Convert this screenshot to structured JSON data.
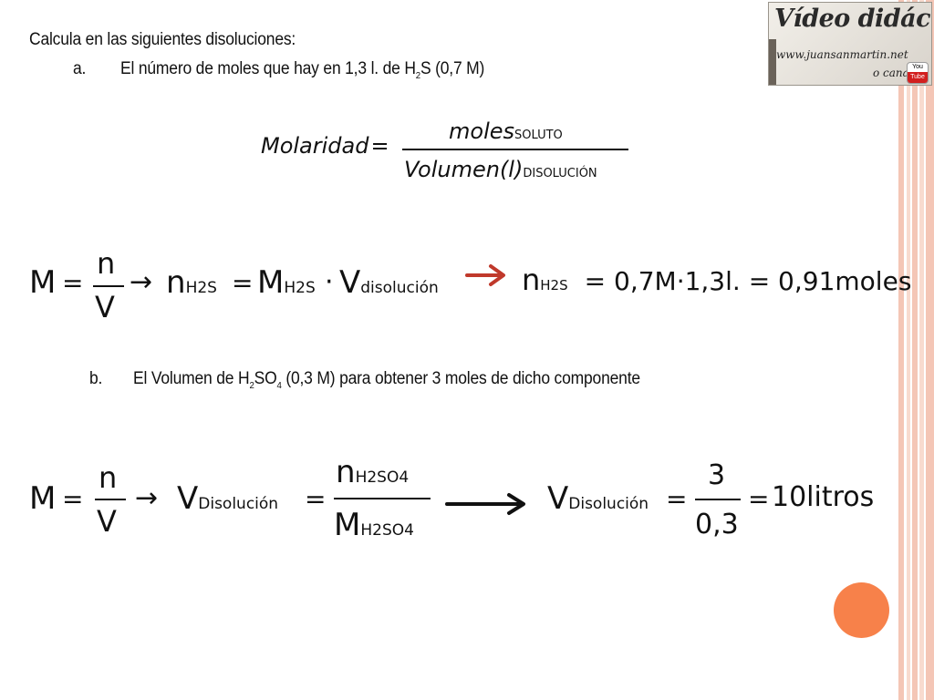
{
  "colors": {
    "stripe_pink": "#f4c6b6",
    "stripe_peach": "#f8dbcf",
    "circle": "#f7814a",
    "arrow_red": "#c0392b",
    "text": "#111111"
  },
  "heading": {
    "intro": "Calcula en las siguientes disoluciones:",
    "a_marker": "a.",
    "a_text_pre": "El número de moles que hay en 1,3 l. de H",
    "a_sub": "2",
    "a_text_post": "S (0,7 M)",
    "b_marker": "b.",
    "b_text_pre": "El Volumen de H",
    "b_sub1": "2",
    "b_text_mid": "SO",
    "b_sub2": "4",
    "b_text_post": " (0,3 M) para obtener 3 moles de dicho componente"
  },
  "logo": {
    "title": "Vídeo didáctico",
    "url": "www.juansanmartin.net",
    "canal": "o canal",
    "yt_top": "You",
    "yt_bot": "Tube",
    "icon": "youtube-icon"
  },
  "formula_def": {
    "lhs": "Molaridad",
    "eq": "=",
    "num": "moles",
    "num_sub": "SOLUTO",
    "den": "Volumen",
    "den_paren": "(l)",
    "den_sub": "DISOLUCIÓN"
  },
  "formula_a": {
    "M": "M",
    "eq": "=",
    "n": "n",
    "V": "V",
    "arrow": "→",
    "n2": "n",
    "sub_H2S": "H2S",
    "eq2": "=",
    "M2": "M",
    "dot": "·",
    "V2": "V",
    "sub_dis": "disolución",
    "result_n": "n",
    "result_eq": "= 0,7M·1,3l. = 0,91moles"
  },
  "formula_b": {
    "M": "M",
    "eq": "=",
    "n": "n",
    "V": "V",
    "arrow": "→",
    "V2": "V",
    "sub_Dis": "Disolución",
    "eq2": "=",
    "num_n": "n",
    "sub_H2SO4": "H2SO4",
    "den_M": "M",
    "res_V": "V",
    "res_eq": "=",
    "res_num": "3",
    "res_den": "0,3",
    "res_eq2": "=",
    "res_val": "10litros"
  }
}
